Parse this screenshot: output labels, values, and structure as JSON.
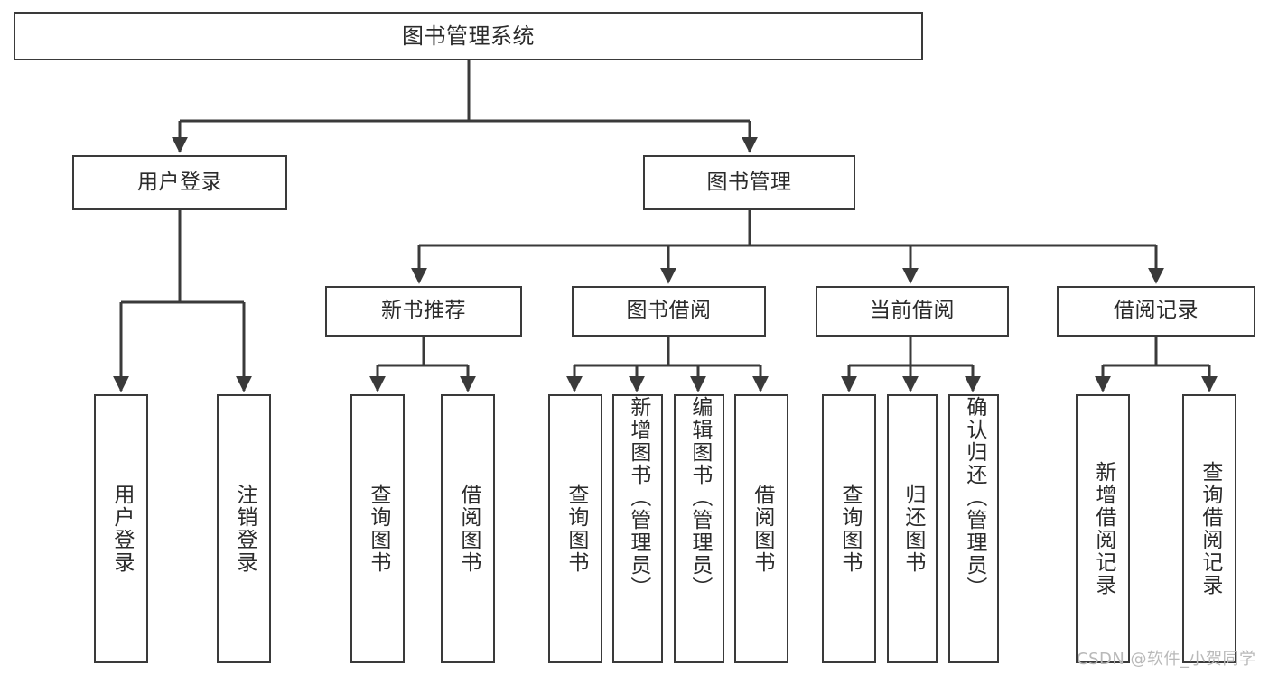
{
  "diagram": {
    "title": "图书管理系统",
    "root": {
      "label": "图书管理系统"
    },
    "level1": [
      {
        "label": "用户登录"
      },
      {
        "label": "图书管理"
      }
    ],
    "level2": [
      {
        "label": "新书推荐"
      },
      {
        "label": "图书借阅"
      },
      {
        "label": "当前借阅"
      },
      {
        "label": "借阅记录"
      }
    ],
    "leaves": {
      "user_login": [
        {
          "label": "用户登录"
        },
        {
          "label": "注销登录"
        }
      ],
      "new_book": [
        {
          "label": "查询图书"
        },
        {
          "label": "借阅图书"
        }
      ],
      "borrow": [
        {
          "label": "查询图书"
        },
        {
          "label": "新增图书（管理员）"
        },
        {
          "label": "编辑图书（管理员）"
        },
        {
          "label": "借阅图书"
        }
      ],
      "current": [
        {
          "label": "查询图书"
        },
        {
          "label": "归还图书"
        },
        {
          "label": "确认归还（管理员）"
        }
      ],
      "records": [
        {
          "label": "新增借阅记录"
        },
        {
          "label": "查询借阅记录"
        }
      ]
    }
  },
  "watermark": {
    "text": "CSDN @软件_小贺同学"
  },
  "colors": {
    "border": "#3a3a3a",
    "background": "#ffffff",
    "text": "#2b2b2b",
    "watermark": "#b9b9b9"
  }
}
